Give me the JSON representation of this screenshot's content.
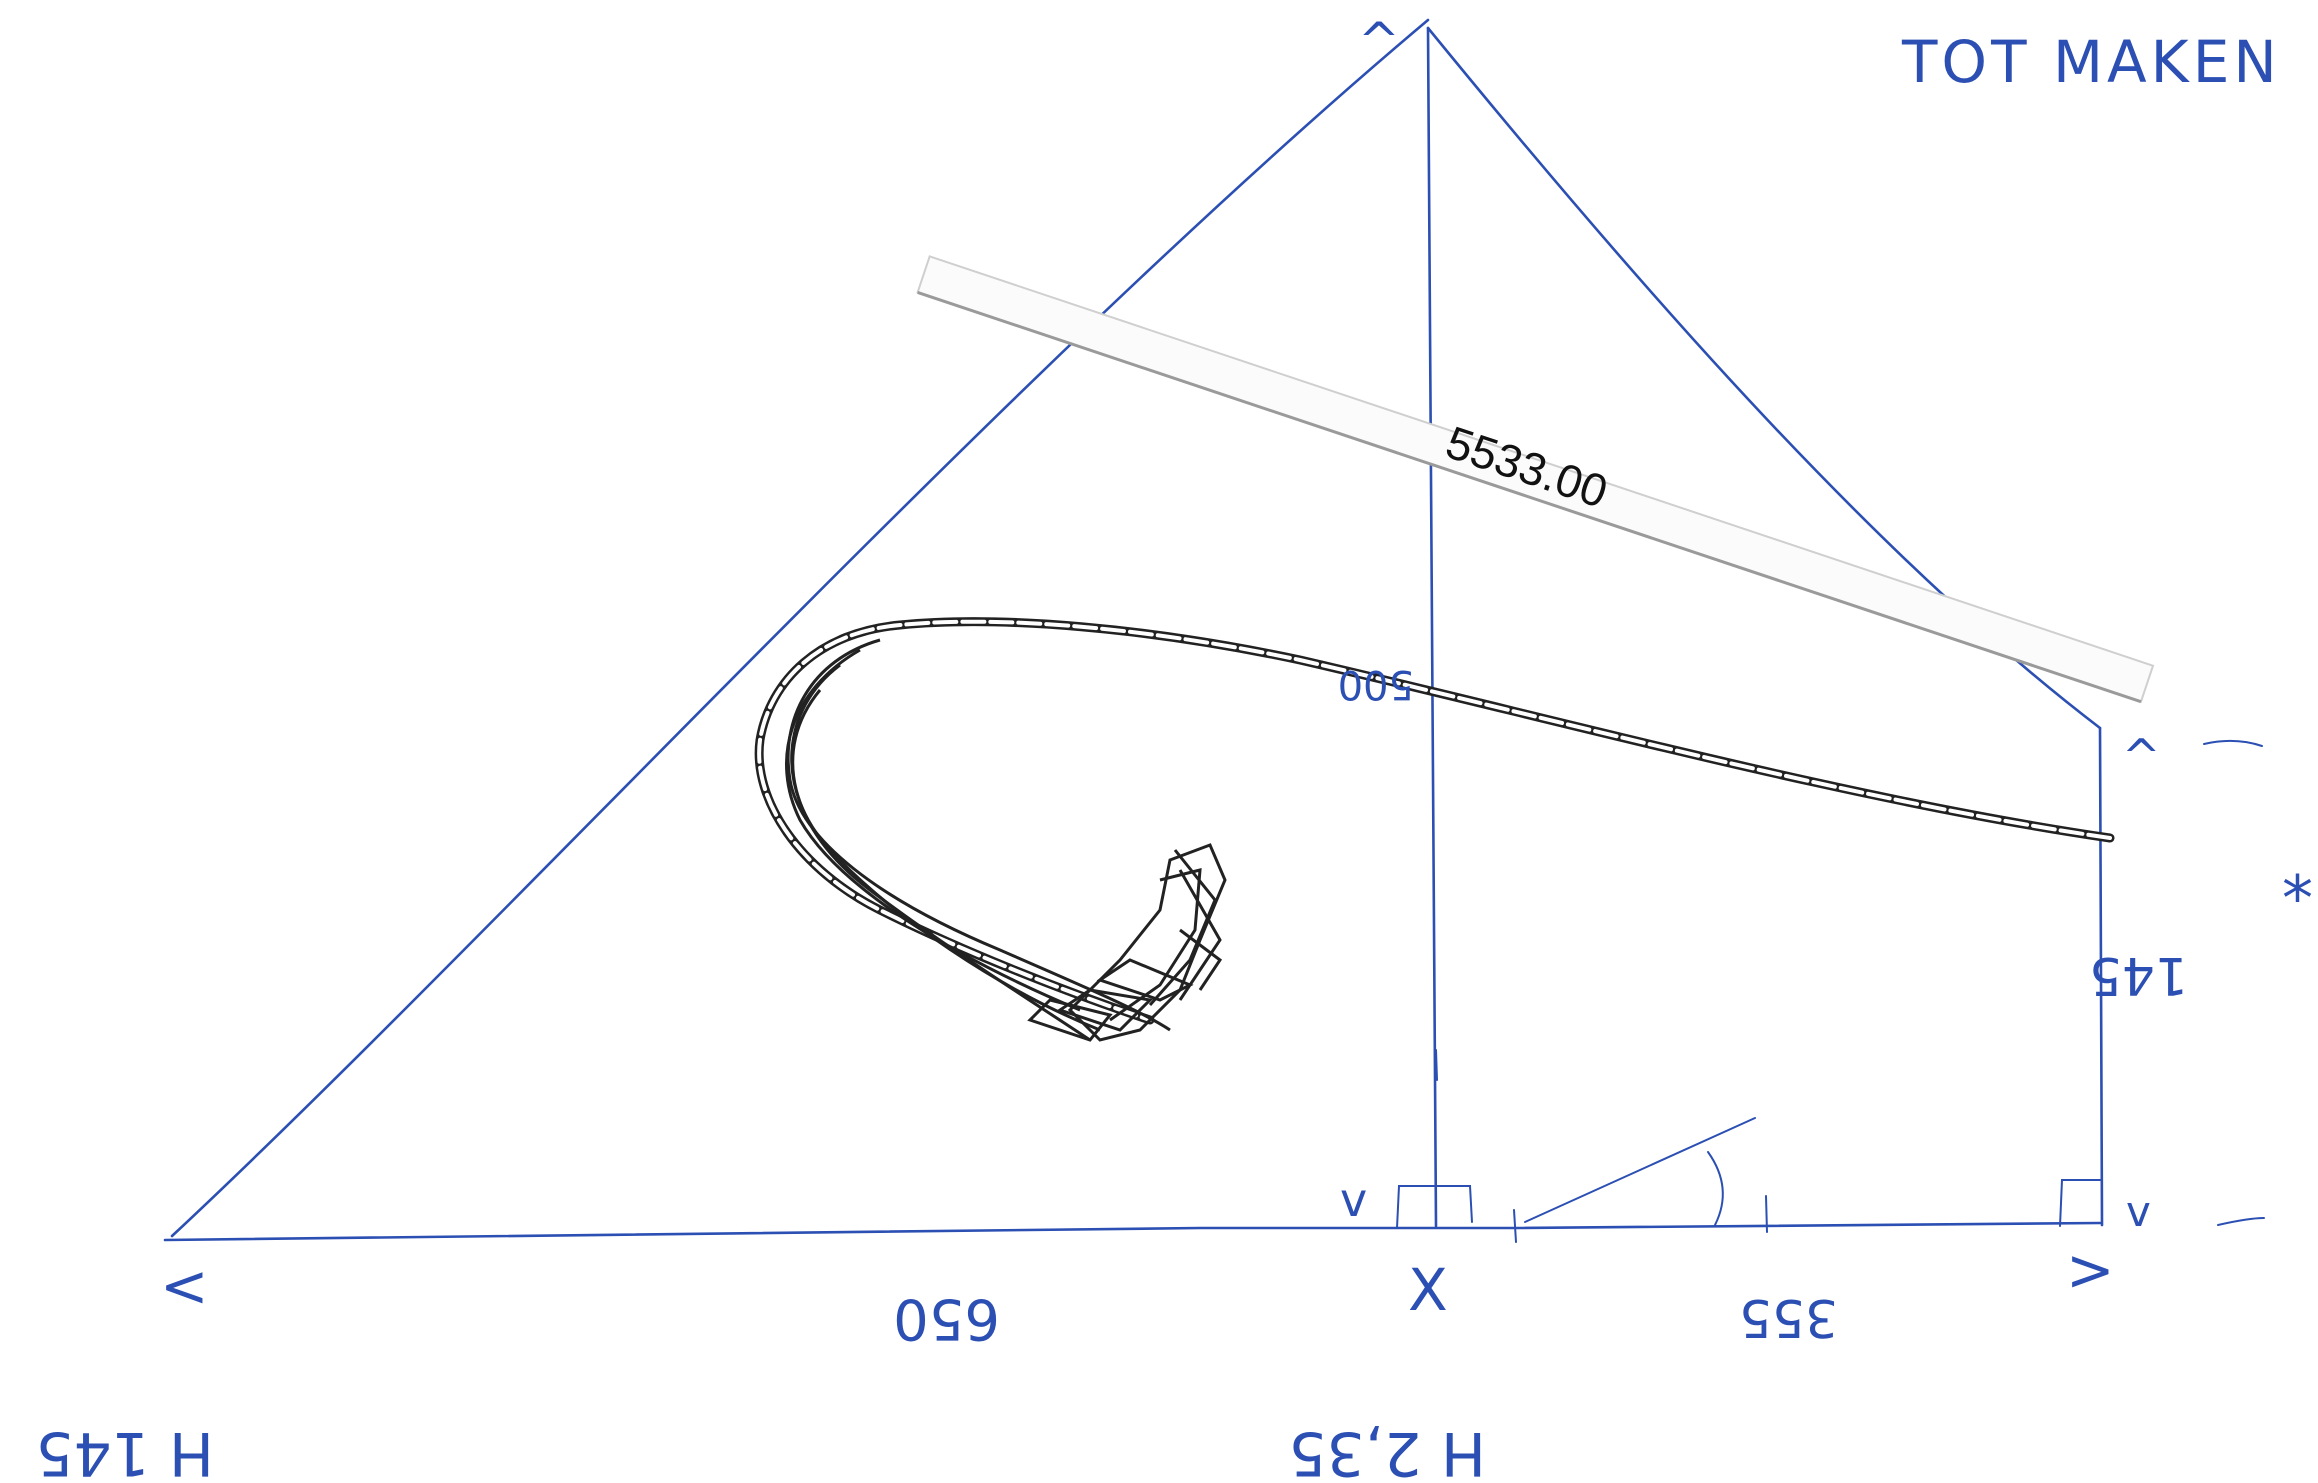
{
  "note": {
    "top_right": "TOT MAKEN"
  },
  "dimension": {
    "measurement": "5533.00"
  },
  "labels": {
    "ridge_marker": "^",
    "left_corner": "<",
    "center_base": "X",
    "right_base": ">",
    "right_top": "^",
    "right_bottom": "v",
    "center_right_angle": "v",
    "asterisk": "*",
    "base_left_length": "650",
    "base_right_length": "355",
    "wall_height": "145",
    "center_length": "500",
    "height_left": "H 145",
    "height_center": "H 2,35"
  }
}
